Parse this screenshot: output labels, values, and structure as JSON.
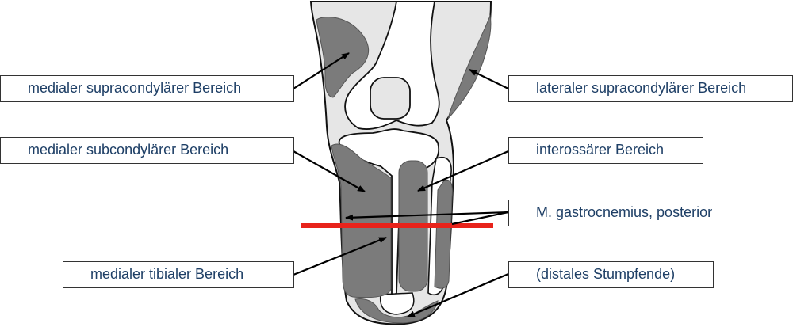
{
  "labels": {
    "medial_supracondylar": "medialer supracondylärer Bereich",
    "medial_subcondylar": "medialer subcondylärer Bereich",
    "medial_tibial": "medialer tibialer Bereich",
    "lateral_supracondylar": "lateraler supracondylärer Bereich",
    "interosseous": "interossärer Bereich",
    "gastrocnemius": "M. gastrocnemius, posterior",
    "distal_end": "(distales Stumpfende)"
  },
  "colors": {
    "text": "#1e3f66",
    "region_dark": "#7b7b7b",
    "soft_tissue": "#e6e6e6",
    "cut_line": "#e8231b"
  }
}
